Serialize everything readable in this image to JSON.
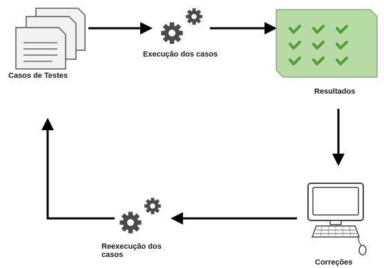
{
  "nodes": {
    "test_cases": {
      "label": "Casos de Testes",
      "icon": "documents-stack-icon"
    },
    "execution": {
      "label": "Execução dos casos",
      "icon": "gears-icon"
    },
    "results": {
      "label": "Resultados",
      "icon": "checkmarks-grid-icon",
      "fill_color": "#b6dba4",
      "check_color": "#4f9f35"
    },
    "corrections": {
      "label": "Correções",
      "icon": "computer-icon"
    },
    "re_execution": {
      "label_line1": "Reexecução dos",
      "label_line2": "casos",
      "icon": "gears-icon"
    }
  },
  "flow": [
    {
      "from": "Casos de Testes",
      "to": "Execução dos casos"
    },
    {
      "from": "Execução dos casos",
      "to": "Resultados"
    },
    {
      "from": "Resultados",
      "to": "Correções"
    },
    {
      "from": "Correções",
      "to": "Reexecução dos casos"
    },
    {
      "from": "Reexecução dos casos",
      "to": "Casos de Testes"
    }
  ],
  "colors": {
    "arrow": "#000000",
    "icon_stroke": "#555555",
    "gear": "#4a4a4a",
    "document_fill": "#f2f2f2"
  }
}
